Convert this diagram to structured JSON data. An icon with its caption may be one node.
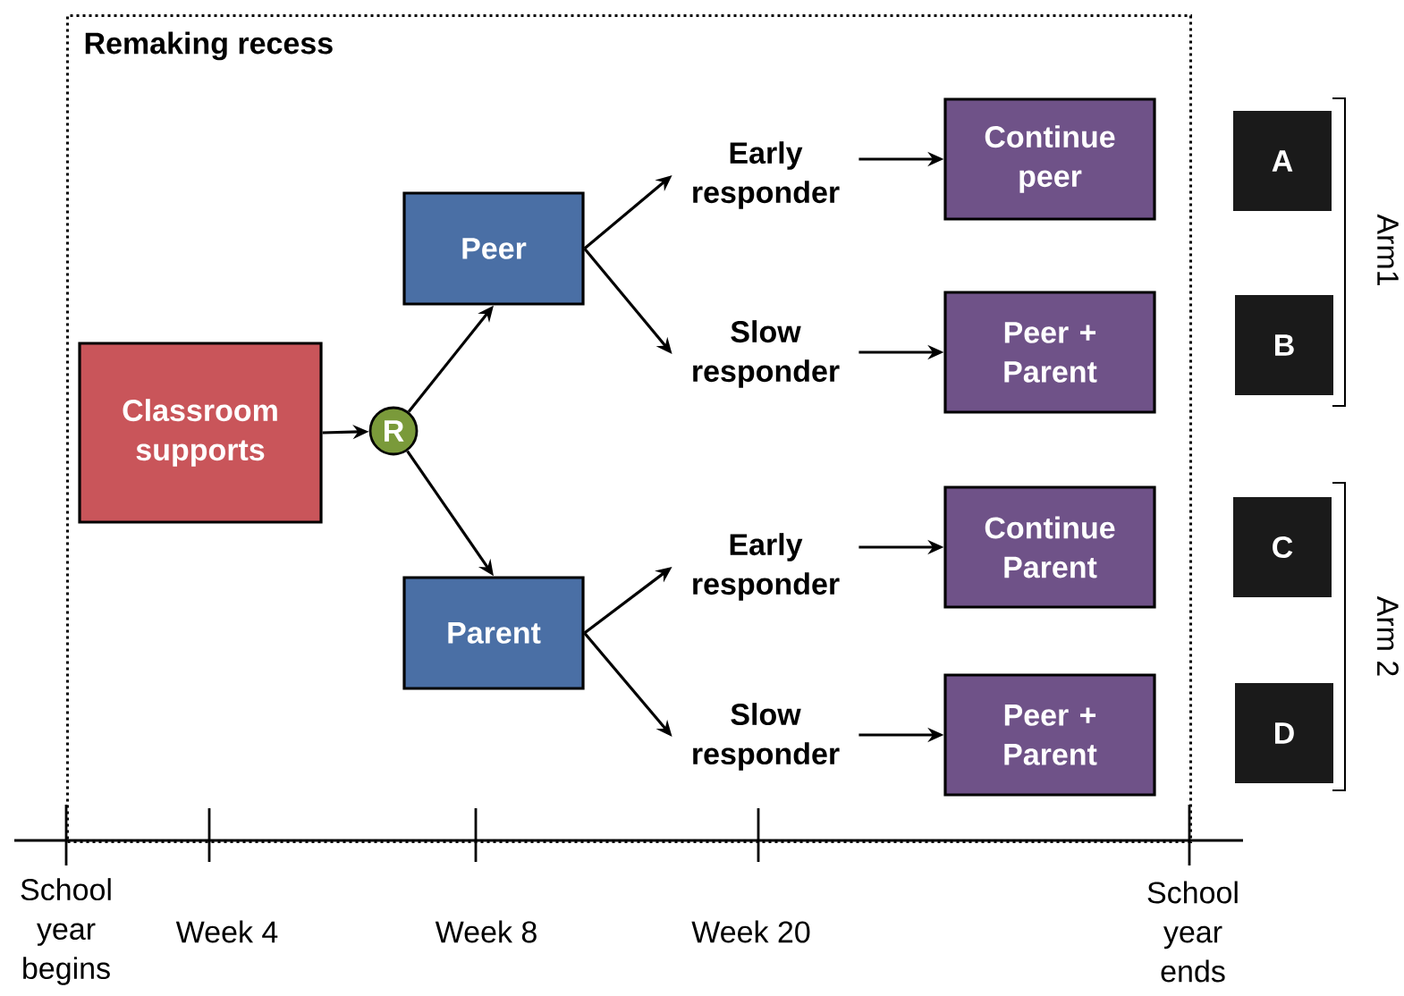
{
  "diagram": {
    "nodes": [
      {
        "text": [
          "Remaking recess"
        ]
      },
      {
        "text": [
          "Classroom supports"
        ],
        "in": 0
      },
      {
        "text": [
          "R"
        ],
        "in": 0
      },
      {
        "text": [
          "Peer"
        ],
        "in": 0
      },
      {
        "text": [
          "Parent"
        ],
        "in": 0
      },
      {
        "text": [
          "Early responder"
        ],
        "in": 0
      },
      {
        "text": [
          "Slow responder"
        ],
        "in": 0
      },
      {
        "text": [
          "Early responder"
        ],
        "in": 0
      },
      {
        "text": [
          "Slow responder"
        ],
        "in": 0
      },
      {
        "text": [
          "Continue peer"
        ],
        "in": 0
      },
      {
        "text": [
          "Peer + Parent"
        ],
        "in": 0
      },
      {
        "text": [
          "Continue Parent"
        ],
        "in": 0
      },
      {
        "text": [
          "Peer + Parent"
        ],
        "in": 0
      },
      {
        "text": [
          "A"
        ]
      },
      {
        "text": [
          "B"
        ]
      },
      {
        "text": [
          "C"
        ]
      },
      {
        "text": [
          "D"
        ]
      }
    ],
    "edges": [
      {
        "from": 1,
        "to": 2,
        "arrow": "to"
      },
      {
        "from": 2,
        "to": 3,
        "arrow": "to"
      },
      {
        "from": 2,
        "to": 4,
        "arrow": "to"
      },
      {
        "from": 3,
        "to": 5,
        "arrow": "to"
      },
      {
        "from": 3,
        "to": 6,
        "arrow": "to"
      },
      {
        "from": 4,
        "to": 7,
        "arrow": "to"
      },
      {
        "from": 4,
        "to": 8,
        "arrow": "to"
      },
      {
        "from": 5,
        "to": 9,
        "arrow": "to"
      },
      {
        "from": 6,
        "to": 10,
        "arrow": "to"
      },
      {
        "from": 7,
        "to": 11,
        "arrow": "to"
      },
      {
        "from": 8,
        "to": 12,
        "arrow": "to"
      }
    ],
    "labels": [
      "Arm1",
      "Arm 2",
      "School year begins",
      "Week 4",
      "Week 8",
      "Week 20",
      "School year ends"
    ]
  }
}
